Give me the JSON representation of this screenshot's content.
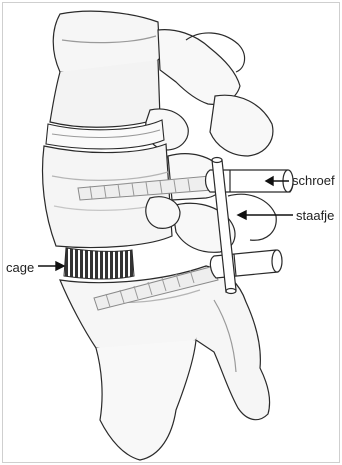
{
  "labels": {
    "schroef": "schroef",
    "staafje": "staafje",
    "cage": "cage"
  },
  "colors": {
    "line": "#2a2a2a",
    "bone_fill": "#f6f6f6",
    "shade": "#bdbdbd",
    "cage_fill": "#3a3a3a"
  }
}
